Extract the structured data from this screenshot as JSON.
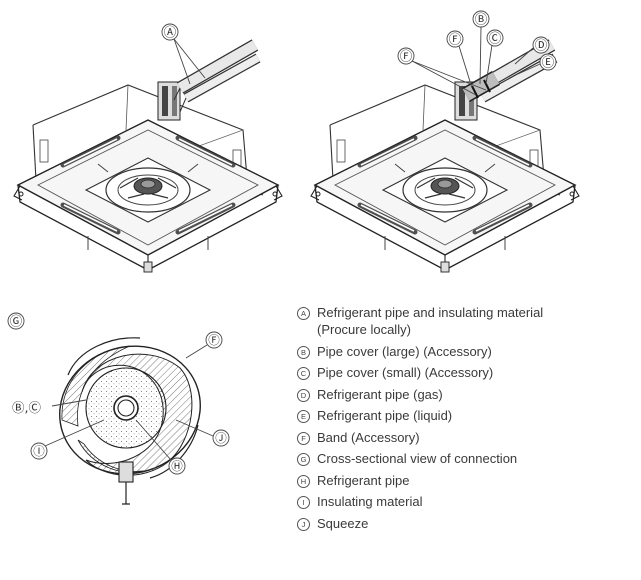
{
  "diagram": {
    "left_unit_callouts": [
      "Ⓐ"
    ],
    "right_unit_callouts": [
      "Ⓑ",
      "Ⓒ",
      "Ⓓ",
      "Ⓔ",
      "Ⓕ",
      "Ⓕ"
    ],
    "section": {
      "title_mark": "Ⓖ",
      "label_f": "Ⓕ",
      "label_bc": "Ⓑ,Ⓒ",
      "label_i": "Ⓘ",
      "label_j": "Ⓙ",
      "label_h": "Ⓗ"
    }
  },
  "legend": [
    {
      "mark": "A",
      "text": "Refrigerant pipe and insulating material\n(Procure locally)"
    },
    {
      "mark": "B",
      "text": "Pipe cover (large) (Accessory)"
    },
    {
      "mark": "C",
      "text": "Pipe cover (small) (Accessory)"
    },
    {
      "mark": "D",
      "text": "Refrigerant pipe (gas)"
    },
    {
      "mark": "E",
      "text": "Refrigerant pipe (liquid)"
    },
    {
      "mark": "F",
      "text": "Band (Accessory)"
    },
    {
      "mark": "G",
      "text": "Cross-sectional view of connection"
    },
    {
      "mark": "H",
      "text": "Refrigerant pipe"
    },
    {
      "mark": "I",
      "text": "Insulating material"
    },
    {
      "mark": "J",
      "text": "Squeeze"
    }
  ]
}
